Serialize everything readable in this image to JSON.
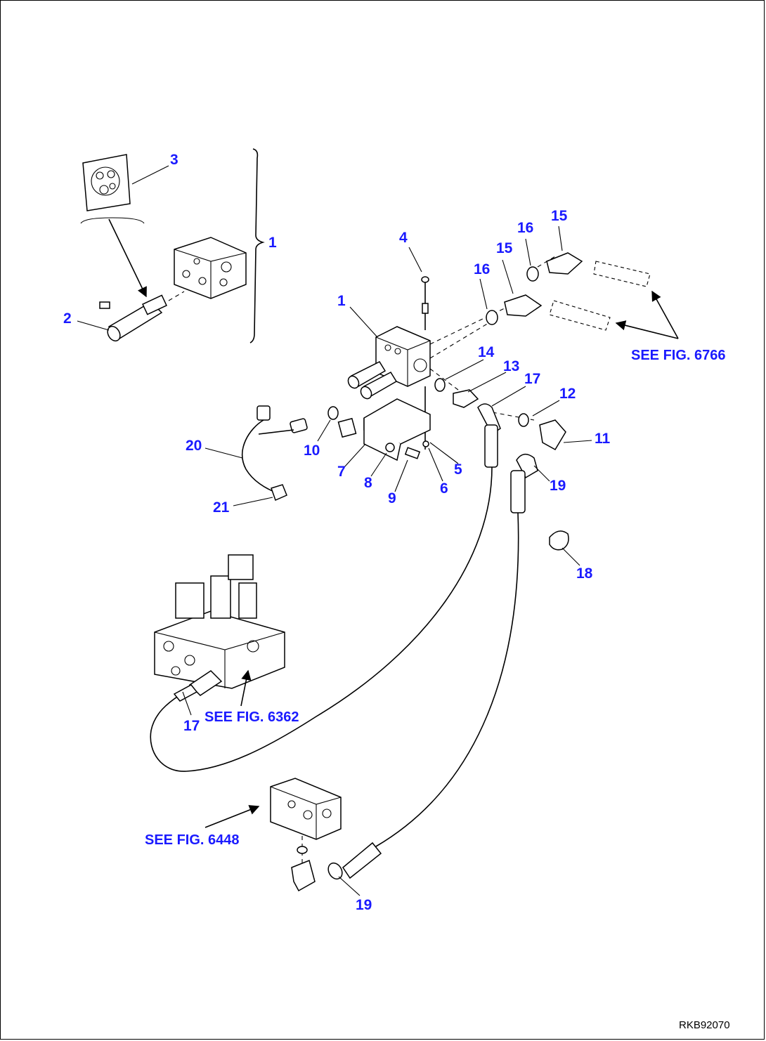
{
  "callouts": {
    "n1_top": "1",
    "n1_valve": "1",
    "n2": "2",
    "n3": "3",
    "n4": "4",
    "n5": "5",
    "n6": "6",
    "n7": "7",
    "n8": "8",
    "n9": "9",
    "n10": "10",
    "n11": "11",
    "n12": "12",
    "n13": "13",
    "n14": "14",
    "n15_a": "15",
    "n15_b": "15",
    "n16_a": "16",
    "n16_b": "16",
    "n17_a": "17",
    "n17_b": "17",
    "n18": "18",
    "n19_a": "19",
    "n19_b": "19",
    "n20": "20",
    "n21": "21"
  },
  "references": {
    "fig_6766": "SEE FIG. 6766",
    "fig_6362": "SEE FIG. 6362",
    "fig_6448": "SEE FIG. 6448"
  },
  "drawing_code": "RKB92070",
  "colors": {
    "callout": "#1a1aff",
    "line": "#000000"
  }
}
